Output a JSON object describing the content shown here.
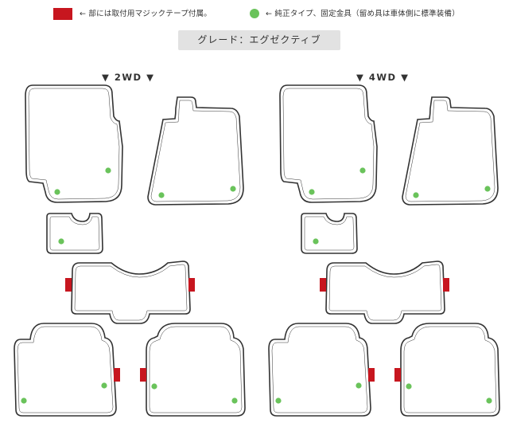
{
  "legend": {
    "tape_text": "← 部には取付用マジックテープ付属。",
    "clip_text": "← 純正タイプ、固定金具（留め具は車体側に標準装備）",
    "tape_color": "#c7161f",
    "clip_color": "#6ac35b"
  },
  "grade": {
    "label": "グレード：エグゼクティブ"
  },
  "layouts": [
    {
      "label": "▼ 2WD ▼"
    },
    {
      "label": "▼ 4WD ▼"
    }
  ],
  "icons": [
    "red-tape-marker",
    "green-clip-dot"
  ]
}
